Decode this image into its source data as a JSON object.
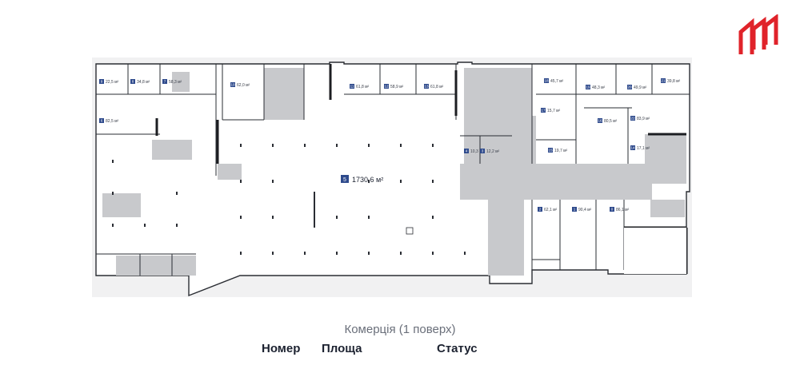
{
  "legend": {
    "title": "Комерція (1 поверх)",
    "columns": [
      "Номер",
      "Площа",
      "Статус"
    ]
  },
  "main_unit": {
    "number": "5",
    "area": "1730,6 м²"
  },
  "units": [
    {
      "num": "9",
      "area": "22,5 м²"
    },
    {
      "num": "8",
      "area": "34,8 м²"
    },
    {
      "num": "7",
      "area": "58,3 м²"
    },
    {
      "num": "10",
      "area": "62,0 м²"
    },
    {
      "num": "11",
      "area": "61,8 м²"
    },
    {
      "num": "12",
      "area": "58,9 м²"
    },
    {
      "num": "13",
      "area": "61,8 м²"
    },
    {
      "num": "6",
      "area": "82,5 м²"
    },
    {
      "num": "18",
      "area": "45,7 м²"
    },
    {
      "num": "19",
      "area": "48,3 м²"
    },
    {
      "num": "20",
      "area": "49,9 м²"
    },
    {
      "num": "21",
      "area": "39,8 м²"
    },
    {
      "num": "17",
      "area": "15,7 м²"
    },
    {
      "num": "16",
      "area": "80,5 м²"
    },
    {
      "num": "22",
      "area": "83,9 м²"
    },
    {
      "num": "15",
      "area": "19,7 м²"
    },
    {
      "num": "14",
      "area": "17,1 м²"
    },
    {
      "num": "4",
      "area": "10,3 м²"
    },
    {
      "num": "3",
      "area": "12,2 м²"
    },
    {
      "num": "2",
      "area": "62,1 м²"
    },
    {
      "num": "1",
      "area": "90,4 м²"
    },
    {
      "num": "0",
      "area": "86,1 м²"
    }
  ],
  "colors": {
    "accent": "#e0232a",
    "badge": "#2e4a8c",
    "common": "#c8c9cc"
  }
}
